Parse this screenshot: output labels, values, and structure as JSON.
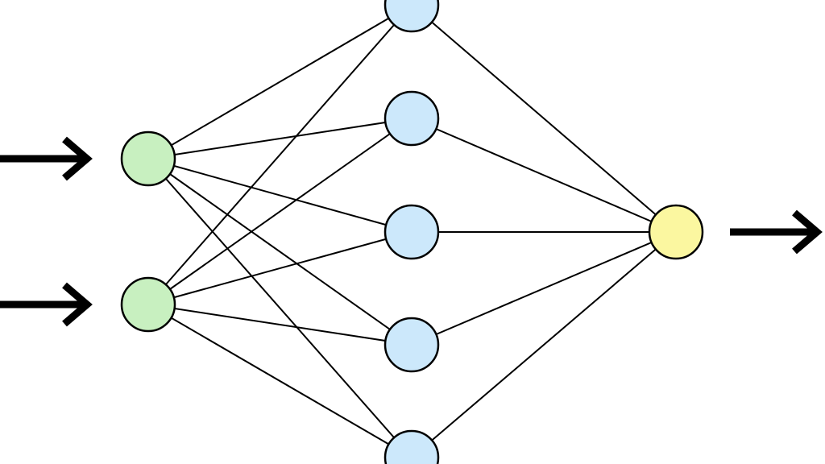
{
  "diagram": {
    "type": "neural-network",
    "layers": [
      {
        "role": "input",
        "node_count": 2,
        "color": "#c8f0c0"
      },
      {
        "role": "hidden",
        "node_count": 5,
        "color": "#cce8fb"
      },
      {
        "role": "output",
        "node_count": 1,
        "color": "#fbf7a0"
      }
    ],
    "connections": "fully-connected",
    "arrows": {
      "input_arrows": 2,
      "output_arrows": 1,
      "color": "#000000"
    },
    "icons": [
      "arrow-right-icon"
    ]
  }
}
